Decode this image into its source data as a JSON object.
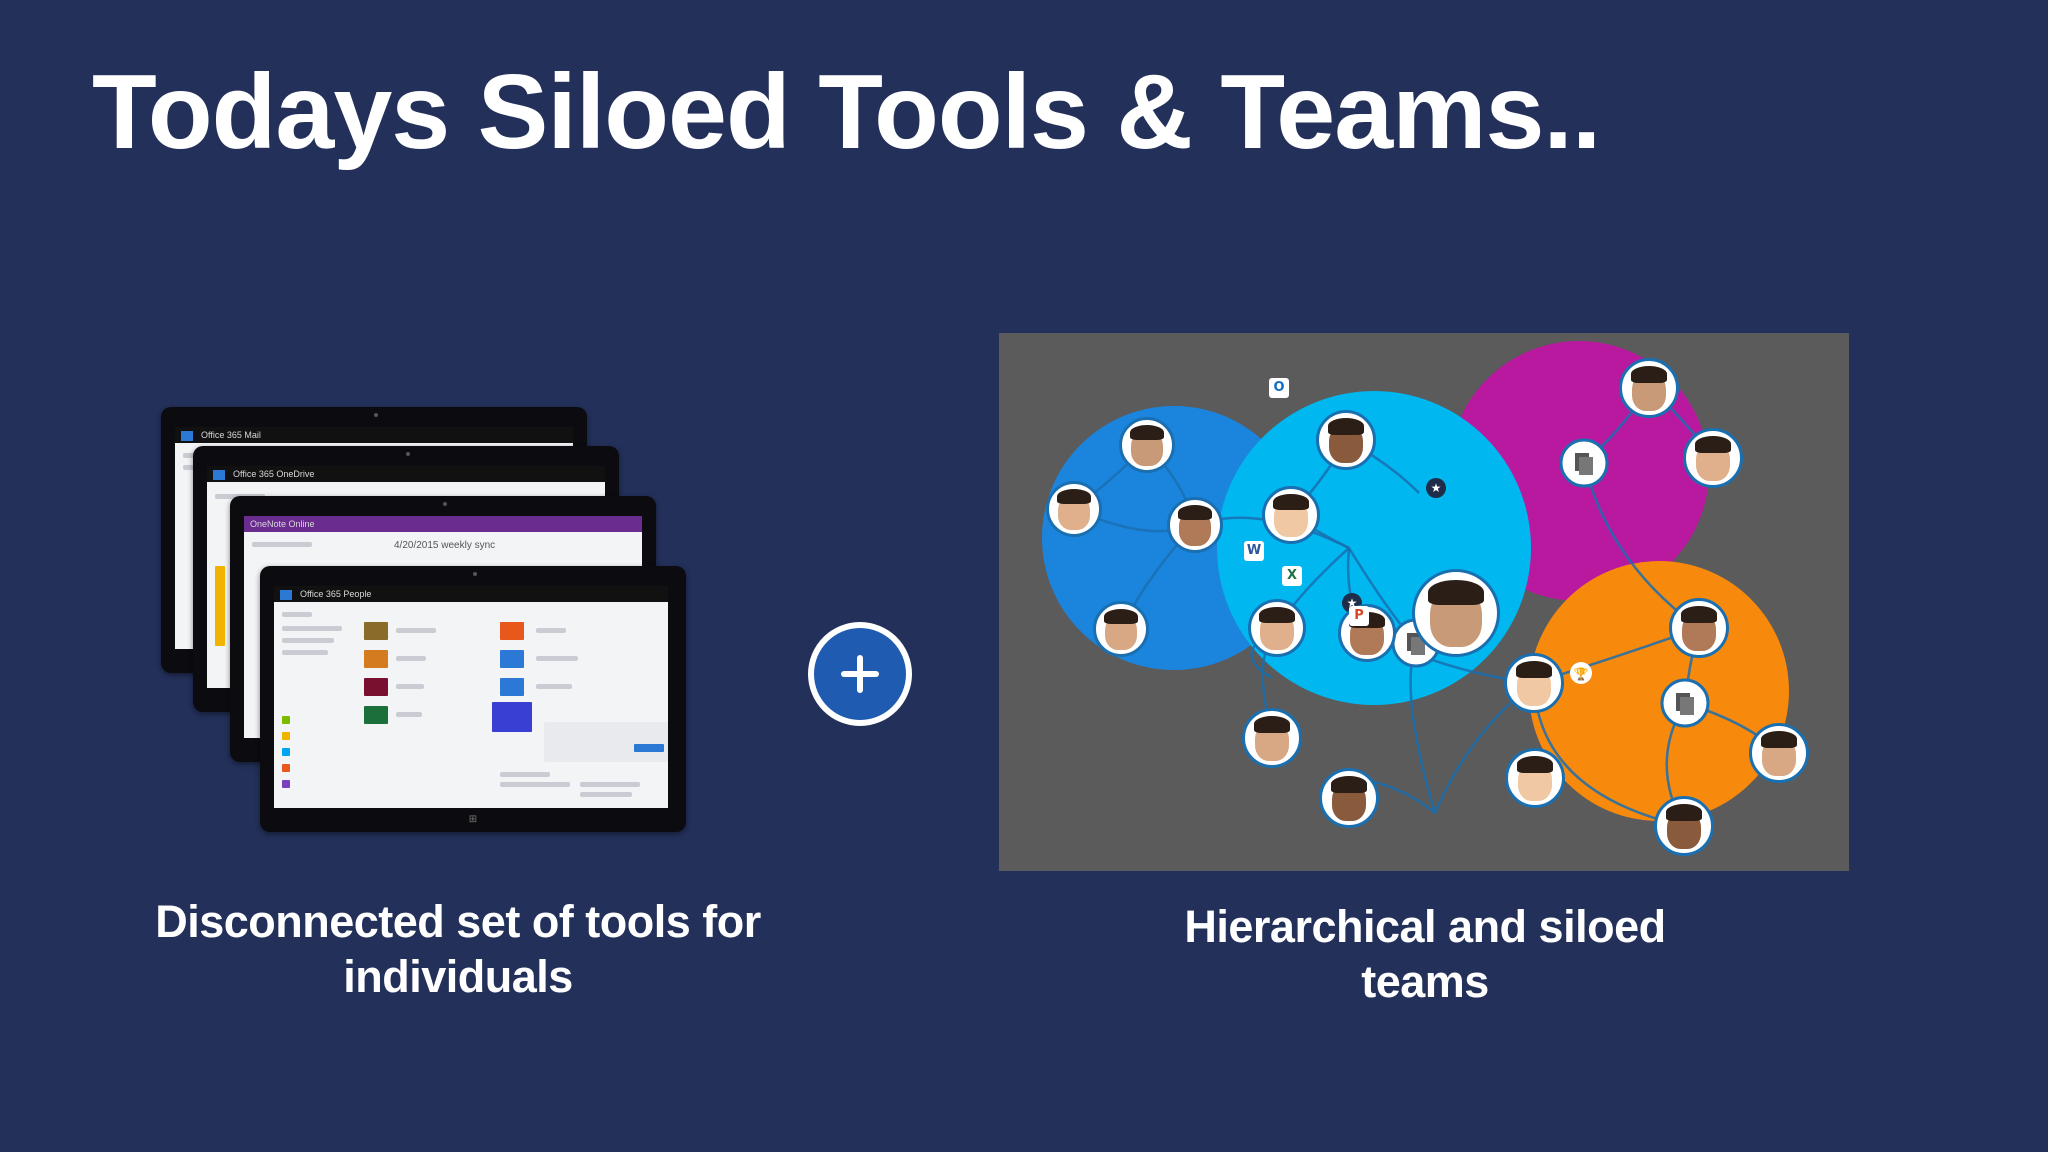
{
  "slide": {
    "title": "Todays Siloed Tools & Teams.."
  },
  "left_panel": {
    "caption_line1": "Disconnected set of tools for",
    "caption_line2": "individuals",
    "screens": [
      {
        "bar_text": "Office 365   Mail"
      },
      {
        "bar_text": "Office 365   OneDrive"
      },
      {
        "bar_text": "OneNote Online",
        "doc_title": "4/20/2015 weekly sync"
      },
      {
        "bar_text": "Office 365   People"
      }
    ]
  },
  "connector": {
    "icon": "plus-icon"
  },
  "right_panel": {
    "caption_line1": "Hierarchical and siloed",
    "caption_line2": "teams",
    "team_colors": {
      "blue": "#1b84dd",
      "cyan": "#00b7f0",
      "magenta": "#b8199f",
      "orange": "#f7890c"
    },
    "app_badges": [
      {
        "icon": "outlook-icon",
        "letter": "O",
        "color": "#0f6cc4"
      },
      {
        "icon": "word-icon",
        "letter": "W",
        "color": "#2b579a"
      },
      {
        "icon": "excel-icon",
        "letter": "X",
        "color": "#1f7244"
      },
      {
        "icon": "powerpoint-icon",
        "letter": "P",
        "color": "#d24726"
      }
    ]
  }
}
